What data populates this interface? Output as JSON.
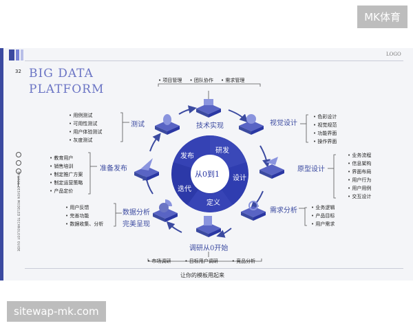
{
  "watermark_top": "MK体育",
  "watermark_bottom": "sitewap-mk.com",
  "slide": {
    "page_number": "32",
    "title_line1": "BIG DATA",
    "title_line2": "PLATFORM",
    "logo": "LOGO",
    "vertical_caption": "PHOTOS  DESIGN  MODELED  TECHNOLOGY  GUIDE",
    "footer": "让你的模板用起来",
    "colors": {
      "accent": "#3b4aa0",
      "dark": "#23309a",
      "light": "#7884d8"
    },
    "wheel": {
      "center": "从0到1",
      "segments": [
        "发布",
        "研发",
        "设计",
        "定义",
        "迭代"
      ]
    },
    "stages": {
      "tech": "技术实现",
      "visual": "视觉设计",
      "proto": "原型设计",
      "demand": "需求分析",
      "research": "调研从0开始",
      "data1": "数据分析",
      "data2": "完美呈现",
      "release": "准备发布",
      "test": "测试"
    },
    "lists": {
      "top": [
        "项目管理",
        "团队协作",
        "需求管理"
      ],
      "visual": [
        "色彩设计",
        "视觉规范",
        "功能界面",
        "操作界面"
      ],
      "proto": [
        "业务流程",
        "信息架构",
        "界面布局",
        "用户行为",
        "用户用例",
        "交互设计"
      ],
      "demand": [
        "业务逻辑",
        "产品目标",
        "用户需求"
      ],
      "bottom": [
        "市场调研",
        "目标用户调研",
        "竞品分析"
      ],
      "data": [
        "用户反馈",
        "完善功能",
        "数据收集、分析"
      ],
      "release": [
        "教育用户",
        "销售培训",
        "制定推广方案",
        "制定运营策略",
        "产品定价"
      ],
      "test": [
        "用例测试",
        "可用性测试",
        "用户体验测试",
        "灰度测试"
      ]
    }
  }
}
